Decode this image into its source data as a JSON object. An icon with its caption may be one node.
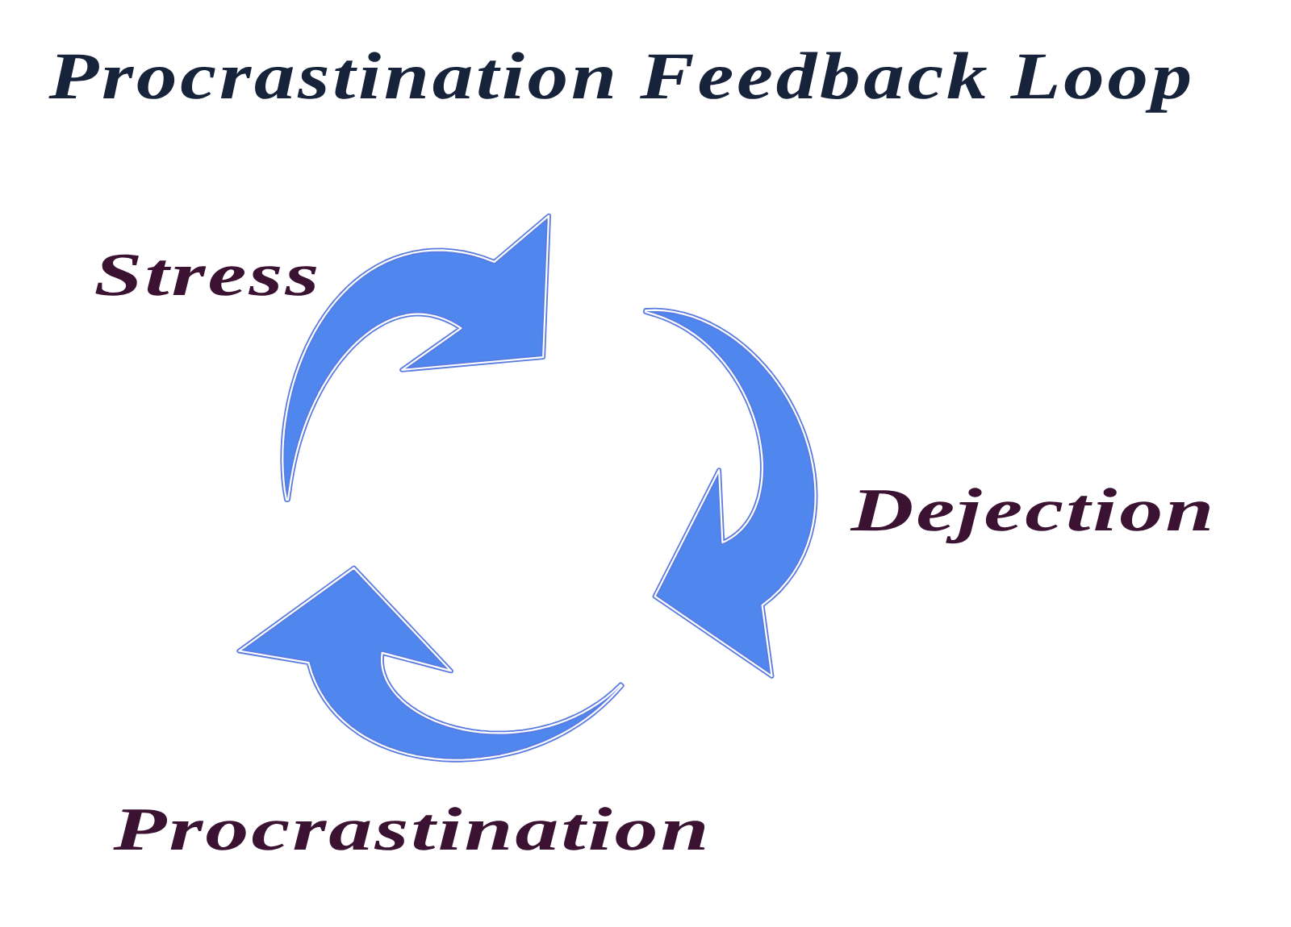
{
  "diagram": {
    "title": "Procrastination Feedback Loop",
    "labels": [
      "Stress",
      "Dejection",
      "Procrastination"
    ]
  }
}
